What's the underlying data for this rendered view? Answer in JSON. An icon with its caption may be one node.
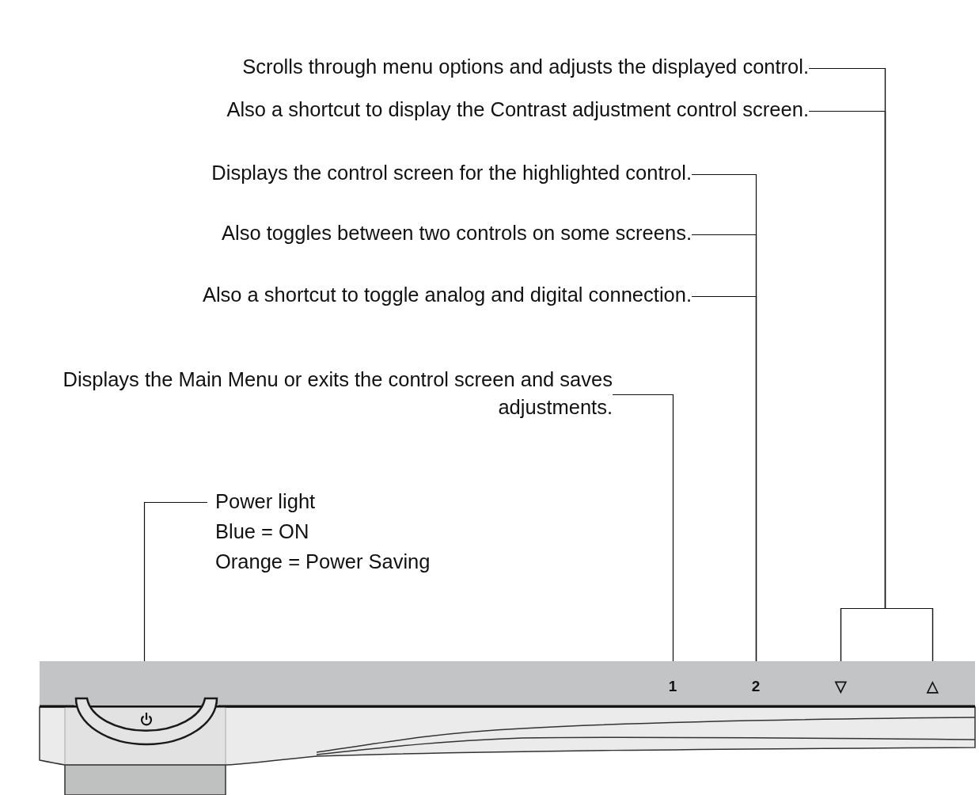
{
  "diagram": {
    "nodes": [
      {
        "text": [
          "Scrolls through menu options and adjusts the displayed control."
        ]
      },
      {
        "text": [
          "Also a shortcut to display the Contrast adjustment control screen."
        ]
      },
      {
        "text": [
          "Displays the control screen for the highlighted control."
        ]
      },
      {
        "text": [
          "Also toggles between two controls on some screens."
        ]
      },
      {
        "text": [
          "Also a shortcut to toggle analog and digital connection."
        ]
      },
      {
        "text": [
          "Displays the Main Menu or exits the control screen and saves adjustments."
        ]
      },
      {
        "text": [
          "Power light",
          "Blue = ON",
          "Orange = Power Saving"
        ]
      },
      {
        "text": [],
        "shape": "button"
      },
      {
        "text": [
          "1"
        ]
      },
      {
        "text": [
          "2"
        ]
      },
      {
        "text": [
          "▽"
        ]
      },
      {
        "text": [
          "△"
        ]
      }
    ],
    "edges": [
      {
        "from": 0,
        "to": 10,
        "arrow": "none"
      },
      {
        "from": 0,
        "to": 11,
        "arrow": "none"
      },
      {
        "from": 1,
        "to": 10,
        "arrow": "none"
      },
      {
        "from": 1,
        "to": 11,
        "arrow": "none"
      },
      {
        "from": 2,
        "to": 9,
        "arrow": "none"
      },
      {
        "from": 3,
        "to": 9,
        "arrow": "none"
      },
      {
        "from": 4,
        "to": 9,
        "arrow": "none"
      },
      {
        "from": 5,
        "to": 8,
        "arrow": "none"
      },
      {
        "from": 6,
        "to": 7,
        "arrow": "none"
      }
    ]
  }
}
